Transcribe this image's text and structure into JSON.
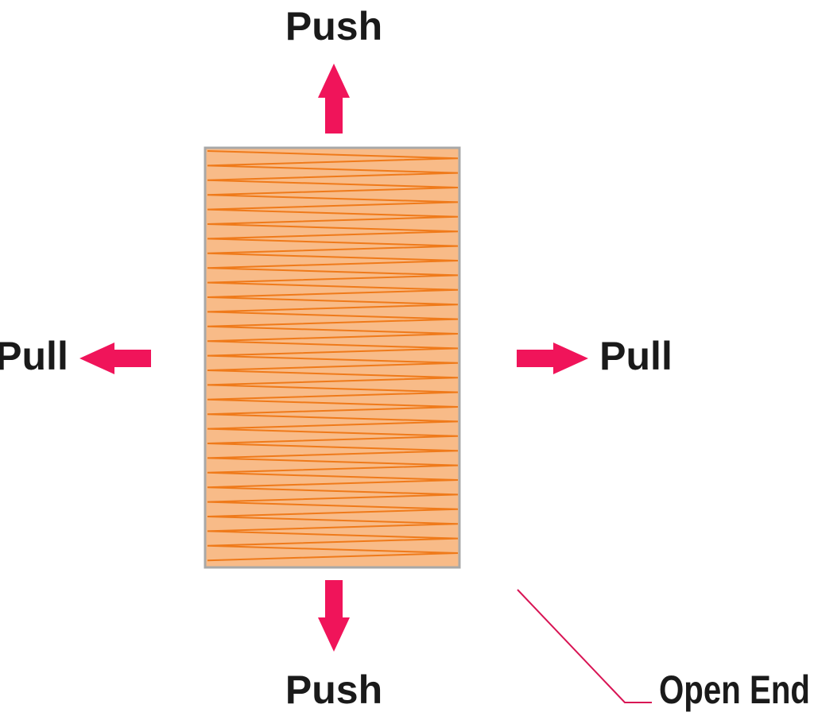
{
  "labels": {
    "push_top": "Push",
    "push_bottom": "Push",
    "pull_left": "Pull",
    "pull_right": "Pull",
    "open_end": "Open End"
  },
  "colors": {
    "arrow": "#f0145a",
    "panel_fill": "#f8bb88",
    "panel_stroke": "#a8a8a8",
    "zigzag": "#ef7a1a",
    "leader_line": "#d81454",
    "text": "#1a1a1a"
  },
  "icons": {
    "arrows": [
      "arrow-up-icon",
      "arrow-down-icon",
      "arrow-left-icon",
      "arrow-right-icon"
    ]
  }
}
